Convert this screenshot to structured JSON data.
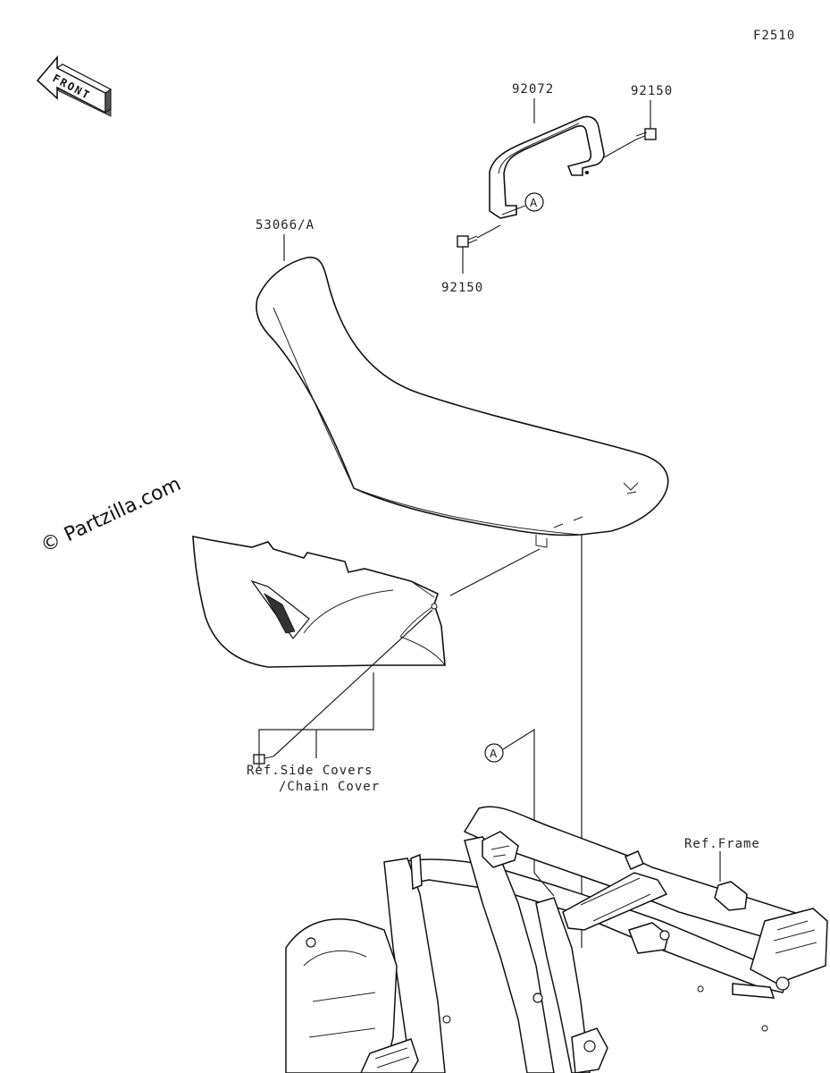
{
  "figure_code": "F2510",
  "front_arrow": {
    "text": "FRONT",
    "icon": "front-direction-arrow-icon"
  },
  "watermark": "© Partzilla.com",
  "parts": {
    "grab_bar": "92072",
    "bolt_right": "92150",
    "bolt_left": "92150",
    "seat": "53066/A"
  },
  "callouts": {
    "a_top": "A",
    "a_bottom": "A"
  },
  "references": {
    "side_covers_line1": "Ref.Side Covers",
    "side_covers_line2": "/Chain Cover",
    "frame": "Ref.Frame"
  }
}
